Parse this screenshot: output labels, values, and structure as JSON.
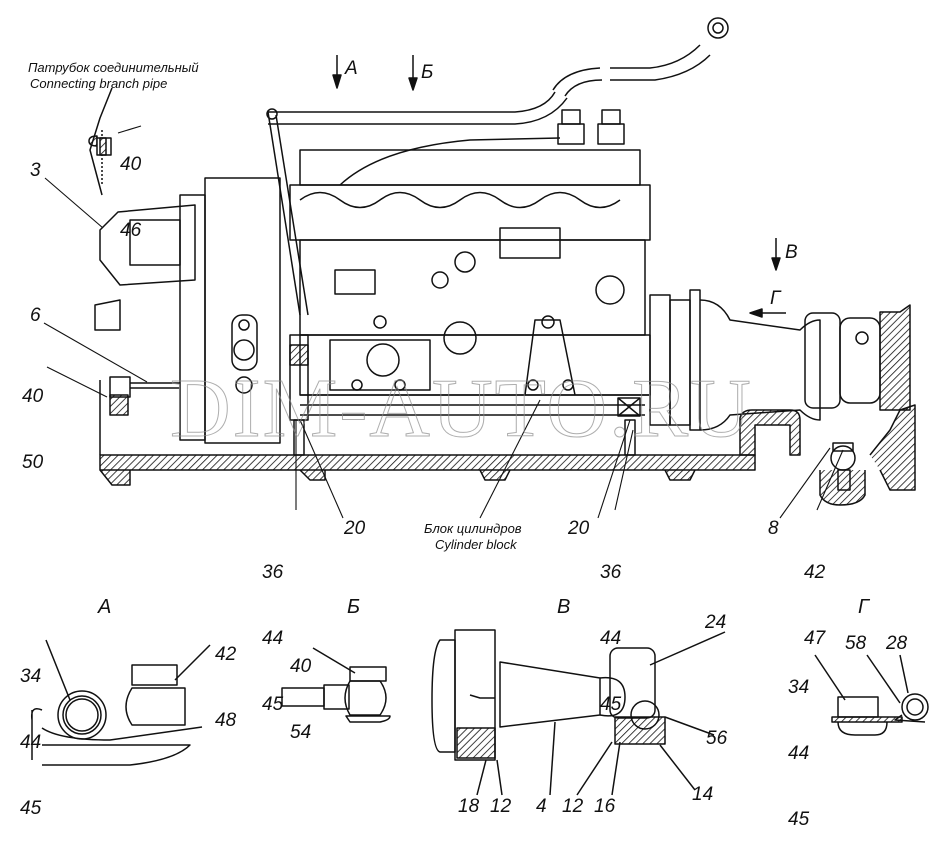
{
  "watermark": "DIM-AUTO.RU",
  "callouts": {
    "branch_pipe_ru": "Патрубок соединительный",
    "branch_pipe_en": "Connecting branch pipe",
    "cylinder_block_ru": "Блок цилиндров",
    "cylinder_block_en": "Cylinder block"
  },
  "view_arrows": {
    "a": "А",
    "b": "Б",
    "v": "В",
    "g": "Г"
  },
  "main_labels": {
    "l40_46": [
      "40",
      "46"
    ],
    "l3": "3",
    "l6": "6",
    "l40_50": [
      "40",
      "50"
    ],
    "l36_44_45_left": [
      "36",
      "44",
      "45"
    ],
    "l20_left": "20",
    "l20_right": "20",
    "l36_44_45_right": [
      "36",
      "44",
      "45"
    ],
    "l8": "8",
    "l42_47": [
      "42",
      "47"
    ]
  },
  "detail_views": {
    "a": {
      "title": "А",
      "labels": {
        "l34_44_45": [
          "34",
          "44",
          "45"
        ],
        "l42_48": [
          "42",
          "48"
        ]
      }
    },
    "b": {
      "title": "Б",
      "labels": {
        "l40_54": [
          "40",
          "54"
        ]
      }
    },
    "v": {
      "title": "В",
      "labels": {
        "l24": "24",
        "l56": "56",
        "l14": "14",
        "l18": "18",
        "l12a": "12",
        "l4": "4",
        "l12b": "12",
        "l16": "16"
      }
    },
    "g": {
      "title": "Г",
      "labels": {
        "l34_44_45": [
          "34",
          "44",
          "45"
        ],
        "l58": "58",
        "l28": "28"
      }
    }
  }
}
